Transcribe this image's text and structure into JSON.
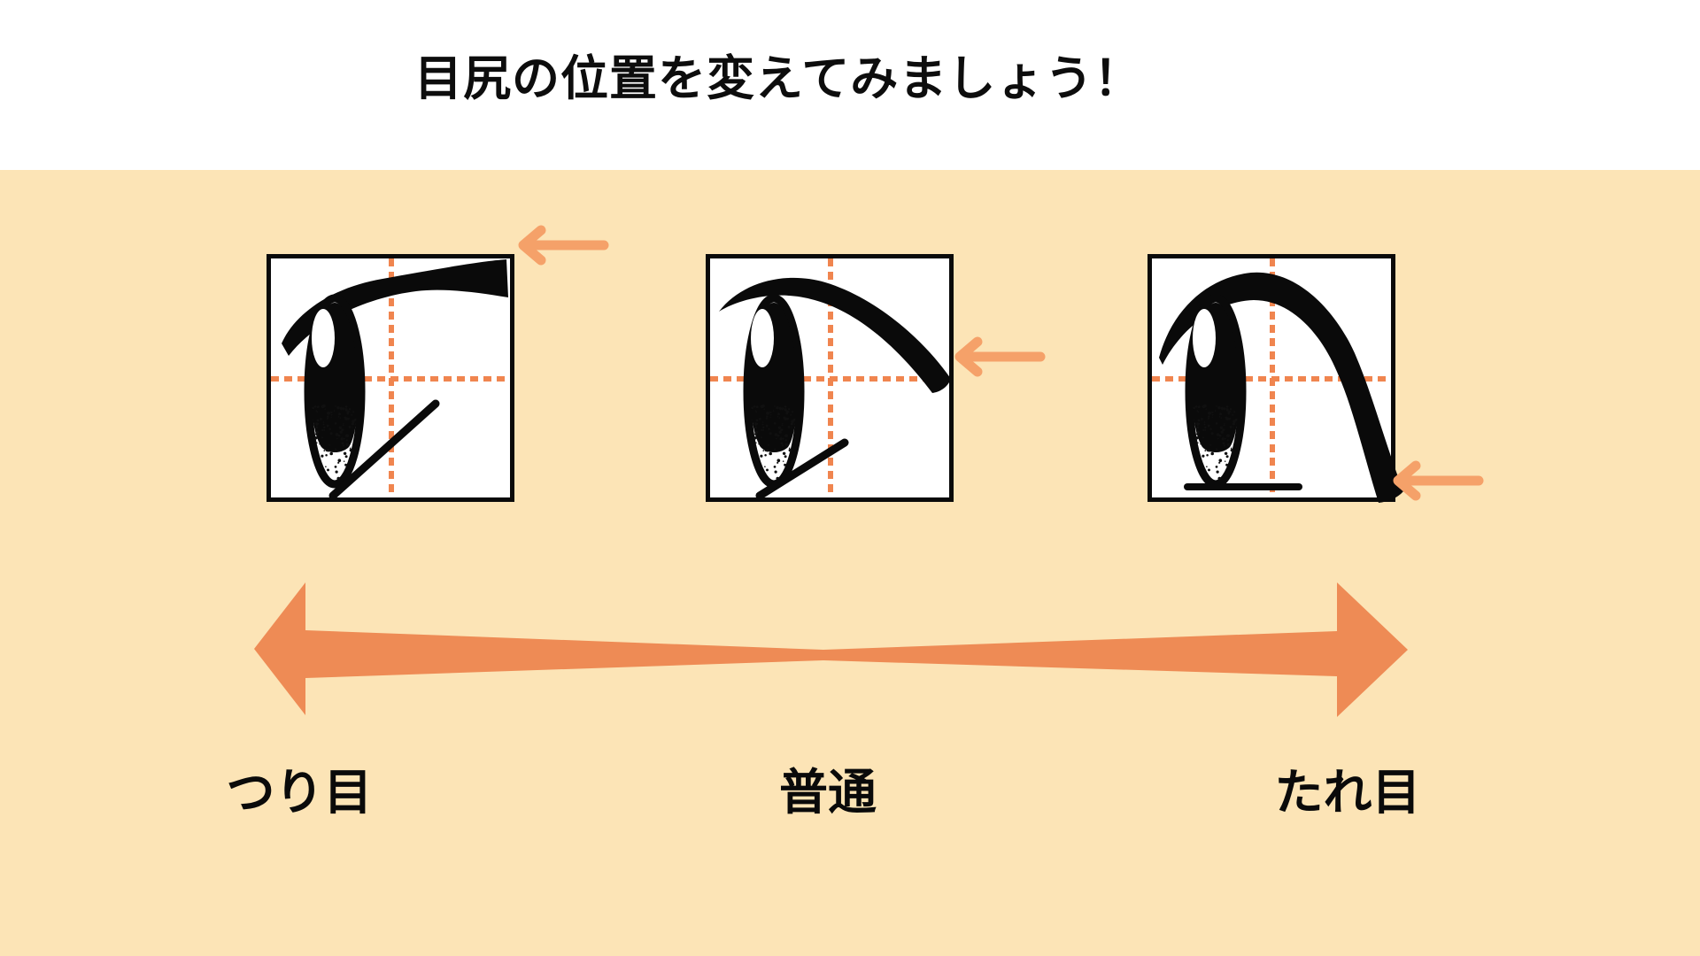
{
  "title": "目尻の位置を変えてみましょう！",
  "panels": [
    {
      "label": "つり目"
    },
    {
      "label": "普通"
    },
    {
      "label": "たれ目"
    }
  ],
  "icons": {
    "pointer": "left-arrow-icon",
    "range": "double-headed-arrow-icon"
  },
  "colors": {
    "background_peach": "#FCE4B6",
    "panel_background": "#FFFFFF",
    "ink_black": "#0A0A0A",
    "guide_dash_orange": "#F0854F",
    "pointer_arrow_orange": "#F5A169",
    "range_arrow_orange": "#EE8B55"
  }
}
